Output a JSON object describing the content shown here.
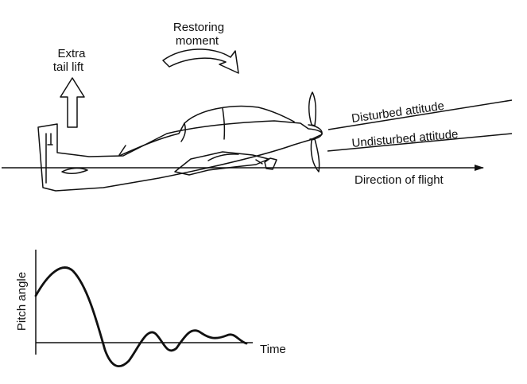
{
  "labels": {
    "extra_tail_lift_line1": "Extra",
    "extra_tail_lift_line2": "tail lift",
    "restoring_moment_line1": "Restoring",
    "restoring_moment_line2": "moment",
    "disturbed_attitude": "Disturbed attitude",
    "undisturbed_attitude": "Undisturbed  attitude",
    "direction_of_flight": "Direction of flight"
  },
  "graph": {
    "ylabel": "Pitch angle",
    "xlabel": "Time"
  },
  "colors": {
    "ink": "#111111",
    "background": "#ffffff"
  }
}
